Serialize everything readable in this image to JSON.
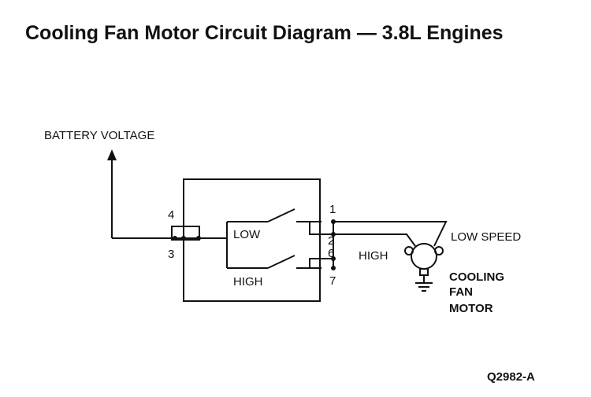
{
  "title": "Cooling Fan Motor Circuit Diagram — 3.8L Engines",
  "labels": {
    "battery_voltage": "BATTERY VOLTAGE",
    "low": "LOW",
    "high": "HIGH",
    "high_wire": "HIGH",
    "low_speed": "LOW SPEED",
    "motor_line1": "COOLING",
    "motor_line2": "FAN",
    "motor_line3": "MOTOR",
    "figure_id": "Q2982-A"
  },
  "pins": {
    "p4": "4",
    "p3": "3",
    "p1": "1",
    "p2": "2",
    "p6": "6",
    "p7": "7"
  }
}
